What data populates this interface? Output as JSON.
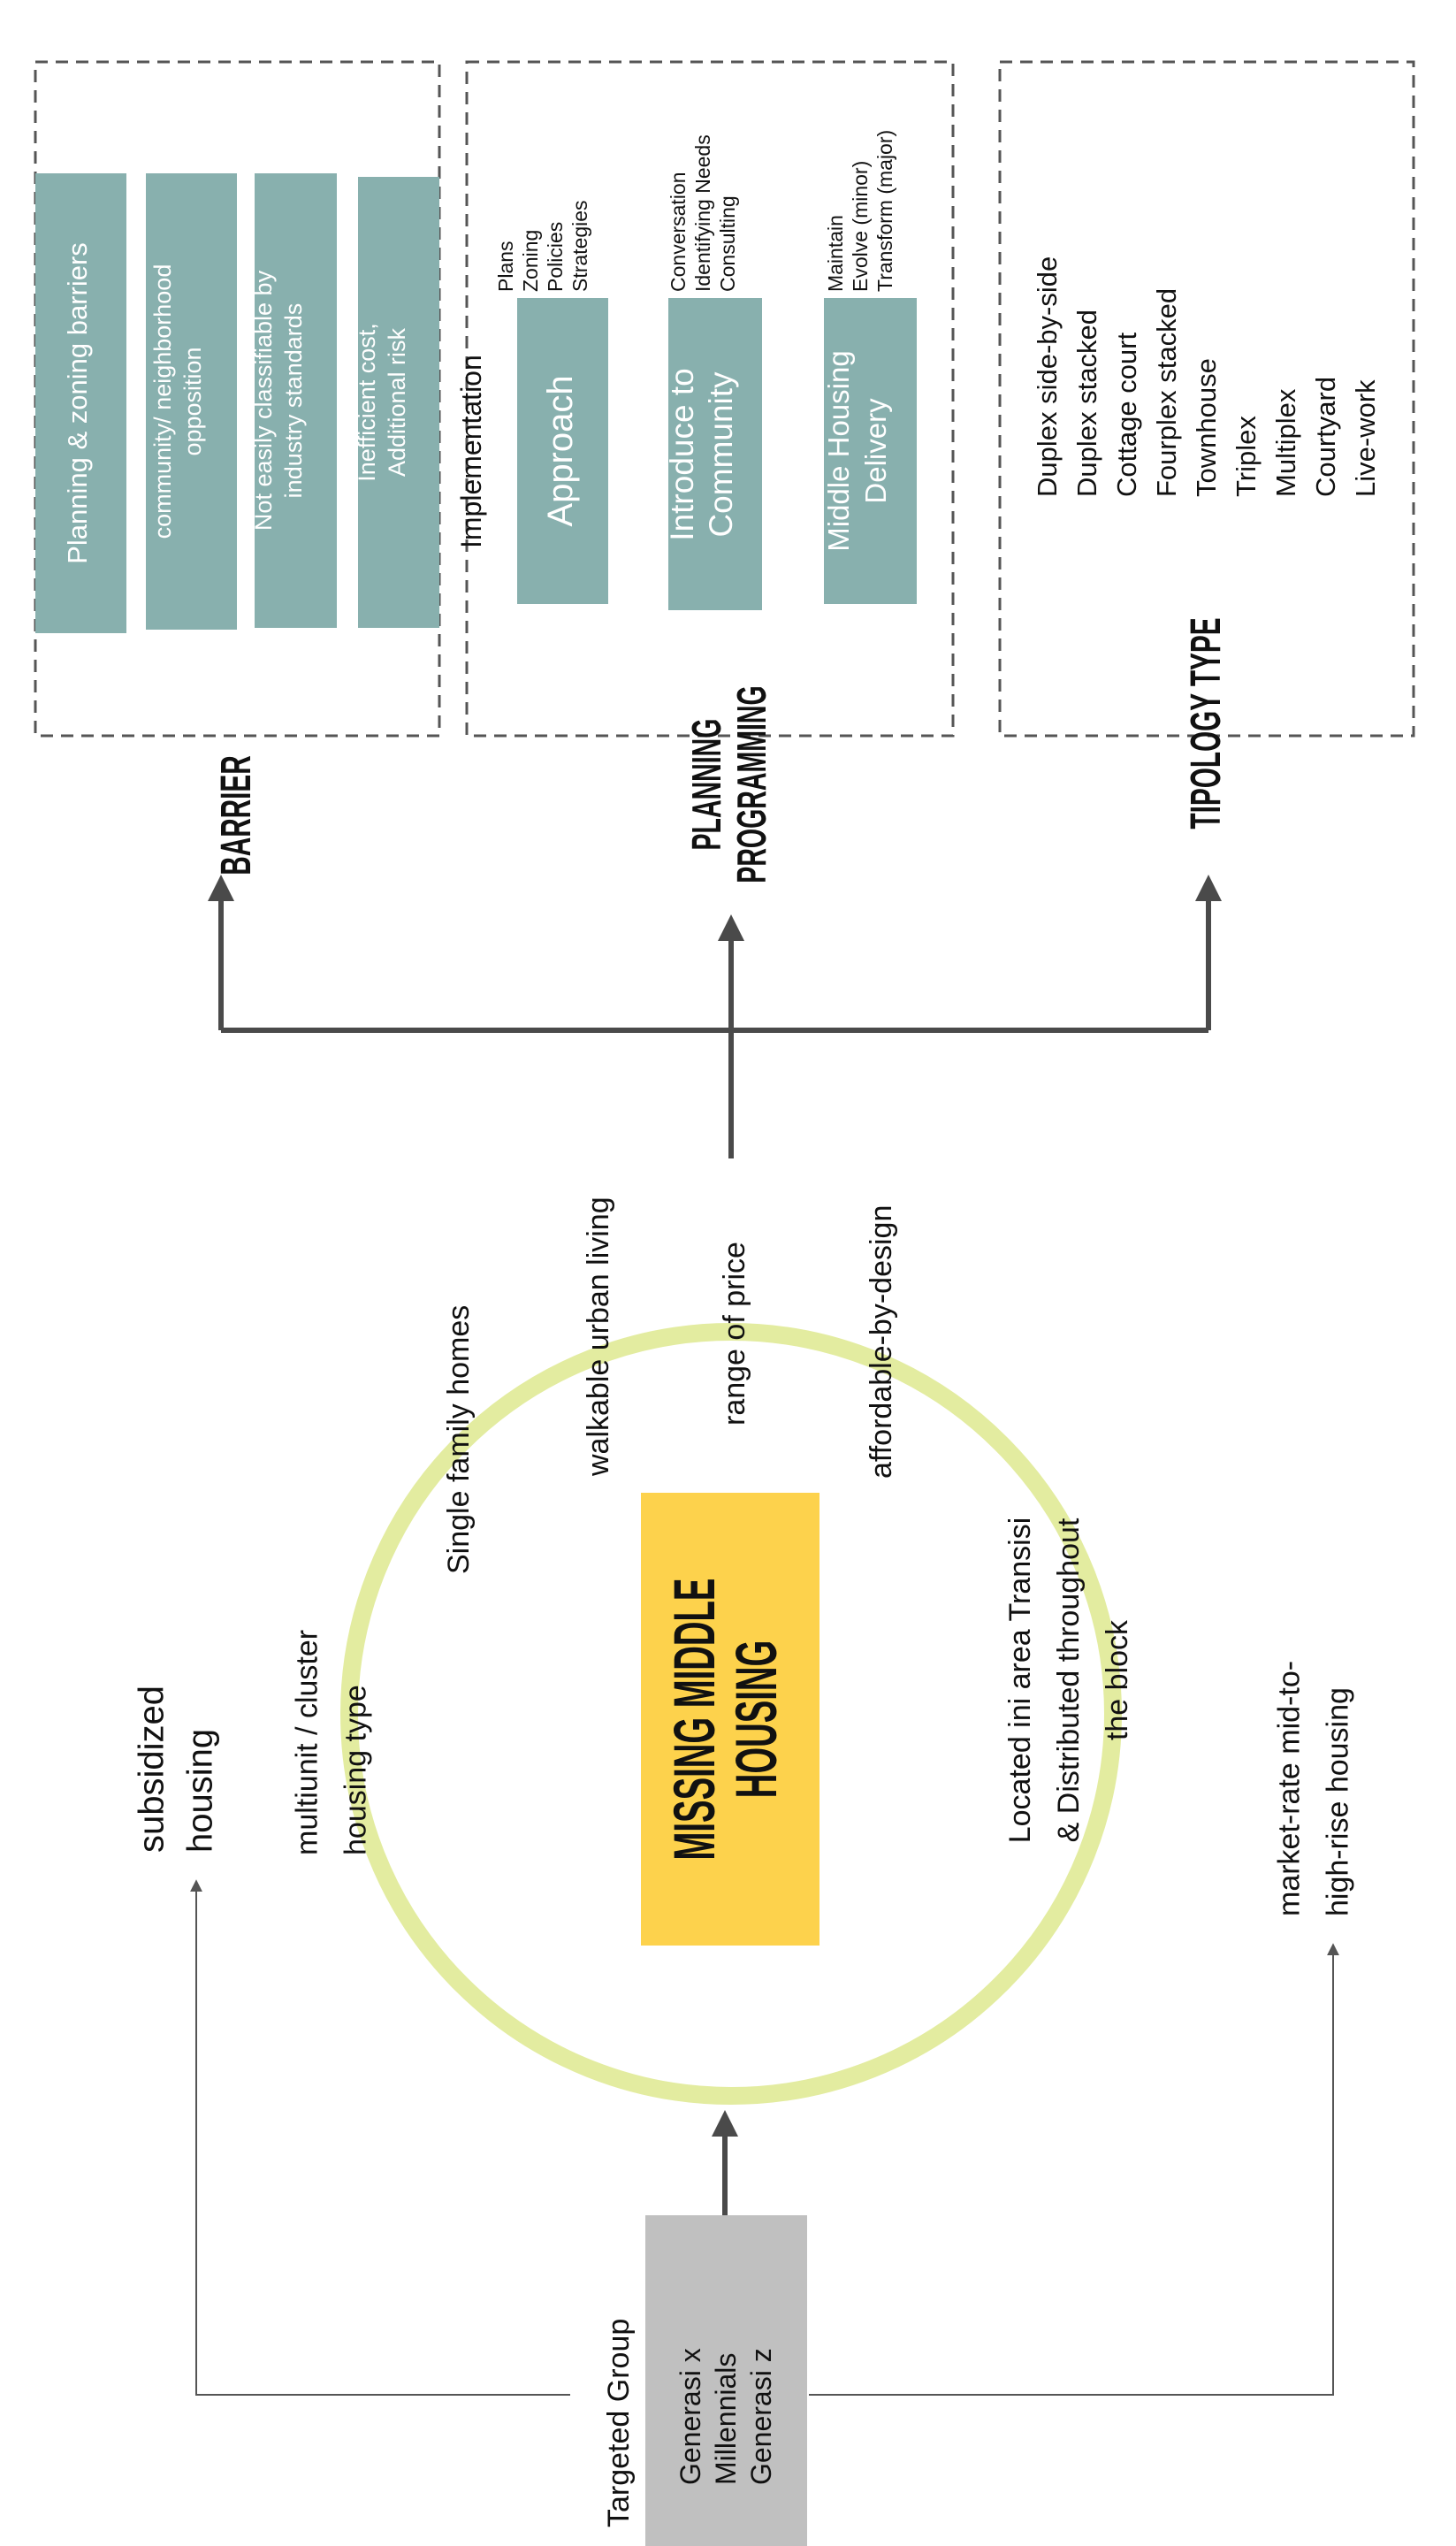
{
  "barrier": {
    "heading": "BARRIER",
    "items": [
      "Planning & zoning barriers",
      "community/ neighborhood|opposition",
      "Not easily classifiable by|industry standards",
      "Inefficient cost,|Additional risk"
    ]
  },
  "planning": {
    "heading_line1": "PLANNING",
    "heading_line2": "PROGRAMMING",
    "implementation": "Implementation",
    "approach": {
      "label": "Approach",
      "items": [
        "Plans",
        "Zoning",
        "Policies",
        "Strategies"
      ]
    },
    "community": {
      "label": "Introduce to|Community",
      "items": [
        "Conversation",
        "Identifying Needs",
        "Consulting"
      ]
    },
    "delivery": {
      "label": "Middle Housing|Delivery",
      "items": [
        "Maintain",
        "Evolve (minor)",
        "Transform (major)"
      ]
    }
  },
  "typology": {
    "heading": "TIPOLOGY TYPE",
    "items": [
      "Duplex side-by-side",
      "Duplex stacked",
      "Cottage court",
      "Fourplex stacked",
      "Townhouse",
      "Triplex",
      "Multiplex",
      "Courtyard",
      "Live-work"
    ]
  },
  "center": {
    "title_line1": "MISSING MIDDLE",
    "title_line2": "HOUSING"
  },
  "ring_labels": {
    "multiunit": "multiunit / cluster|housing type",
    "single_family": "Single family homes",
    "walkable": "walkable urban living",
    "range_price": "range of price",
    "affordable": "affordable-by-design",
    "located": "Located ini area Transisi|& Distributed throughout|the block"
  },
  "side_labels": {
    "subsidized": "subsidized|housing",
    "market_rate": "market-rate mid-to-|high-rise housing"
  },
  "target_group": {
    "label": "Targeted Group",
    "items": [
      "Generasi x",
      "Millennials",
      "Generasi z"
    ]
  },
  "colors": {
    "teal": "#88b0ae",
    "ring": "#e3eca0",
    "center_box": "#fdd24c",
    "gray_box": "#c0c0c0",
    "arrow": "#4a4a4a"
  }
}
